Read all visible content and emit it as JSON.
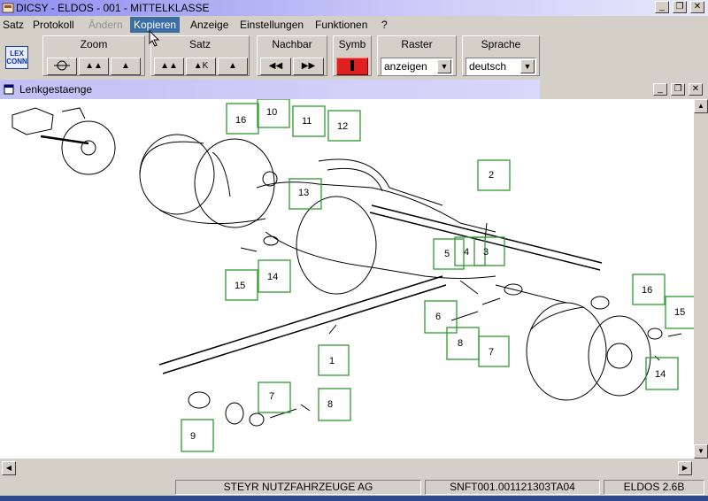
{
  "window": {
    "title": "DICSY - ELDOS - 001 - MITTELKLASSE",
    "minimize_label": "_",
    "restore_label": "❐",
    "close_label": "✕"
  },
  "menu": {
    "satz": "Satz",
    "protokoll": "Protokoll",
    "aendern": "Ändern",
    "kopieren": "Kopieren",
    "anzeige": "Anzeige",
    "einstellungen": "Einstellungen",
    "funktionen": "Funktionen",
    "help": "?"
  },
  "toolbar": {
    "logo_line1": "LEX",
    "logo_line2": "CONN",
    "zoom_label": "Zoom",
    "zoom_btn2": "▲▲",
    "zoom_btn3": "▲",
    "satz_label": "Satz",
    "satz_btn1": "▲▲",
    "satz_btn2": "▲K",
    "satz_btn3": "▲",
    "nachbar_label": "Nachbar",
    "nachbar_prev": "◀◀",
    "nachbar_next": "▶▶",
    "symb_label": "Symb",
    "raster_label": "Raster",
    "raster_value": "anzeigen",
    "sprache_label": "Sprache",
    "sprache_value": "deutsch"
  },
  "child_window": {
    "title": "Lenkgestaenge"
  },
  "callouts": {
    "c16a": "16",
    "c10": "10",
    "c11": "11",
    "c12": "12",
    "c13": "13",
    "c2": "2",
    "c5": "5",
    "c4": "4",
    "c3": "3",
    "c14a": "14",
    "c15a": "15",
    "c6": "6",
    "c8a": "8",
    "c7a": "7",
    "c16b": "16",
    "c15b": "15",
    "c1": "1",
    "c14b": "14",
    "c7b": "7",
    "c8b": "8",
    "c9": "9"
  },
  "status": {
    "company": "STEYR NUTZFAHRZEUGE AG",
    "code": "SNFT001.001121303TA04",
    "version": "ELDOS 2.6B"
  }
}
